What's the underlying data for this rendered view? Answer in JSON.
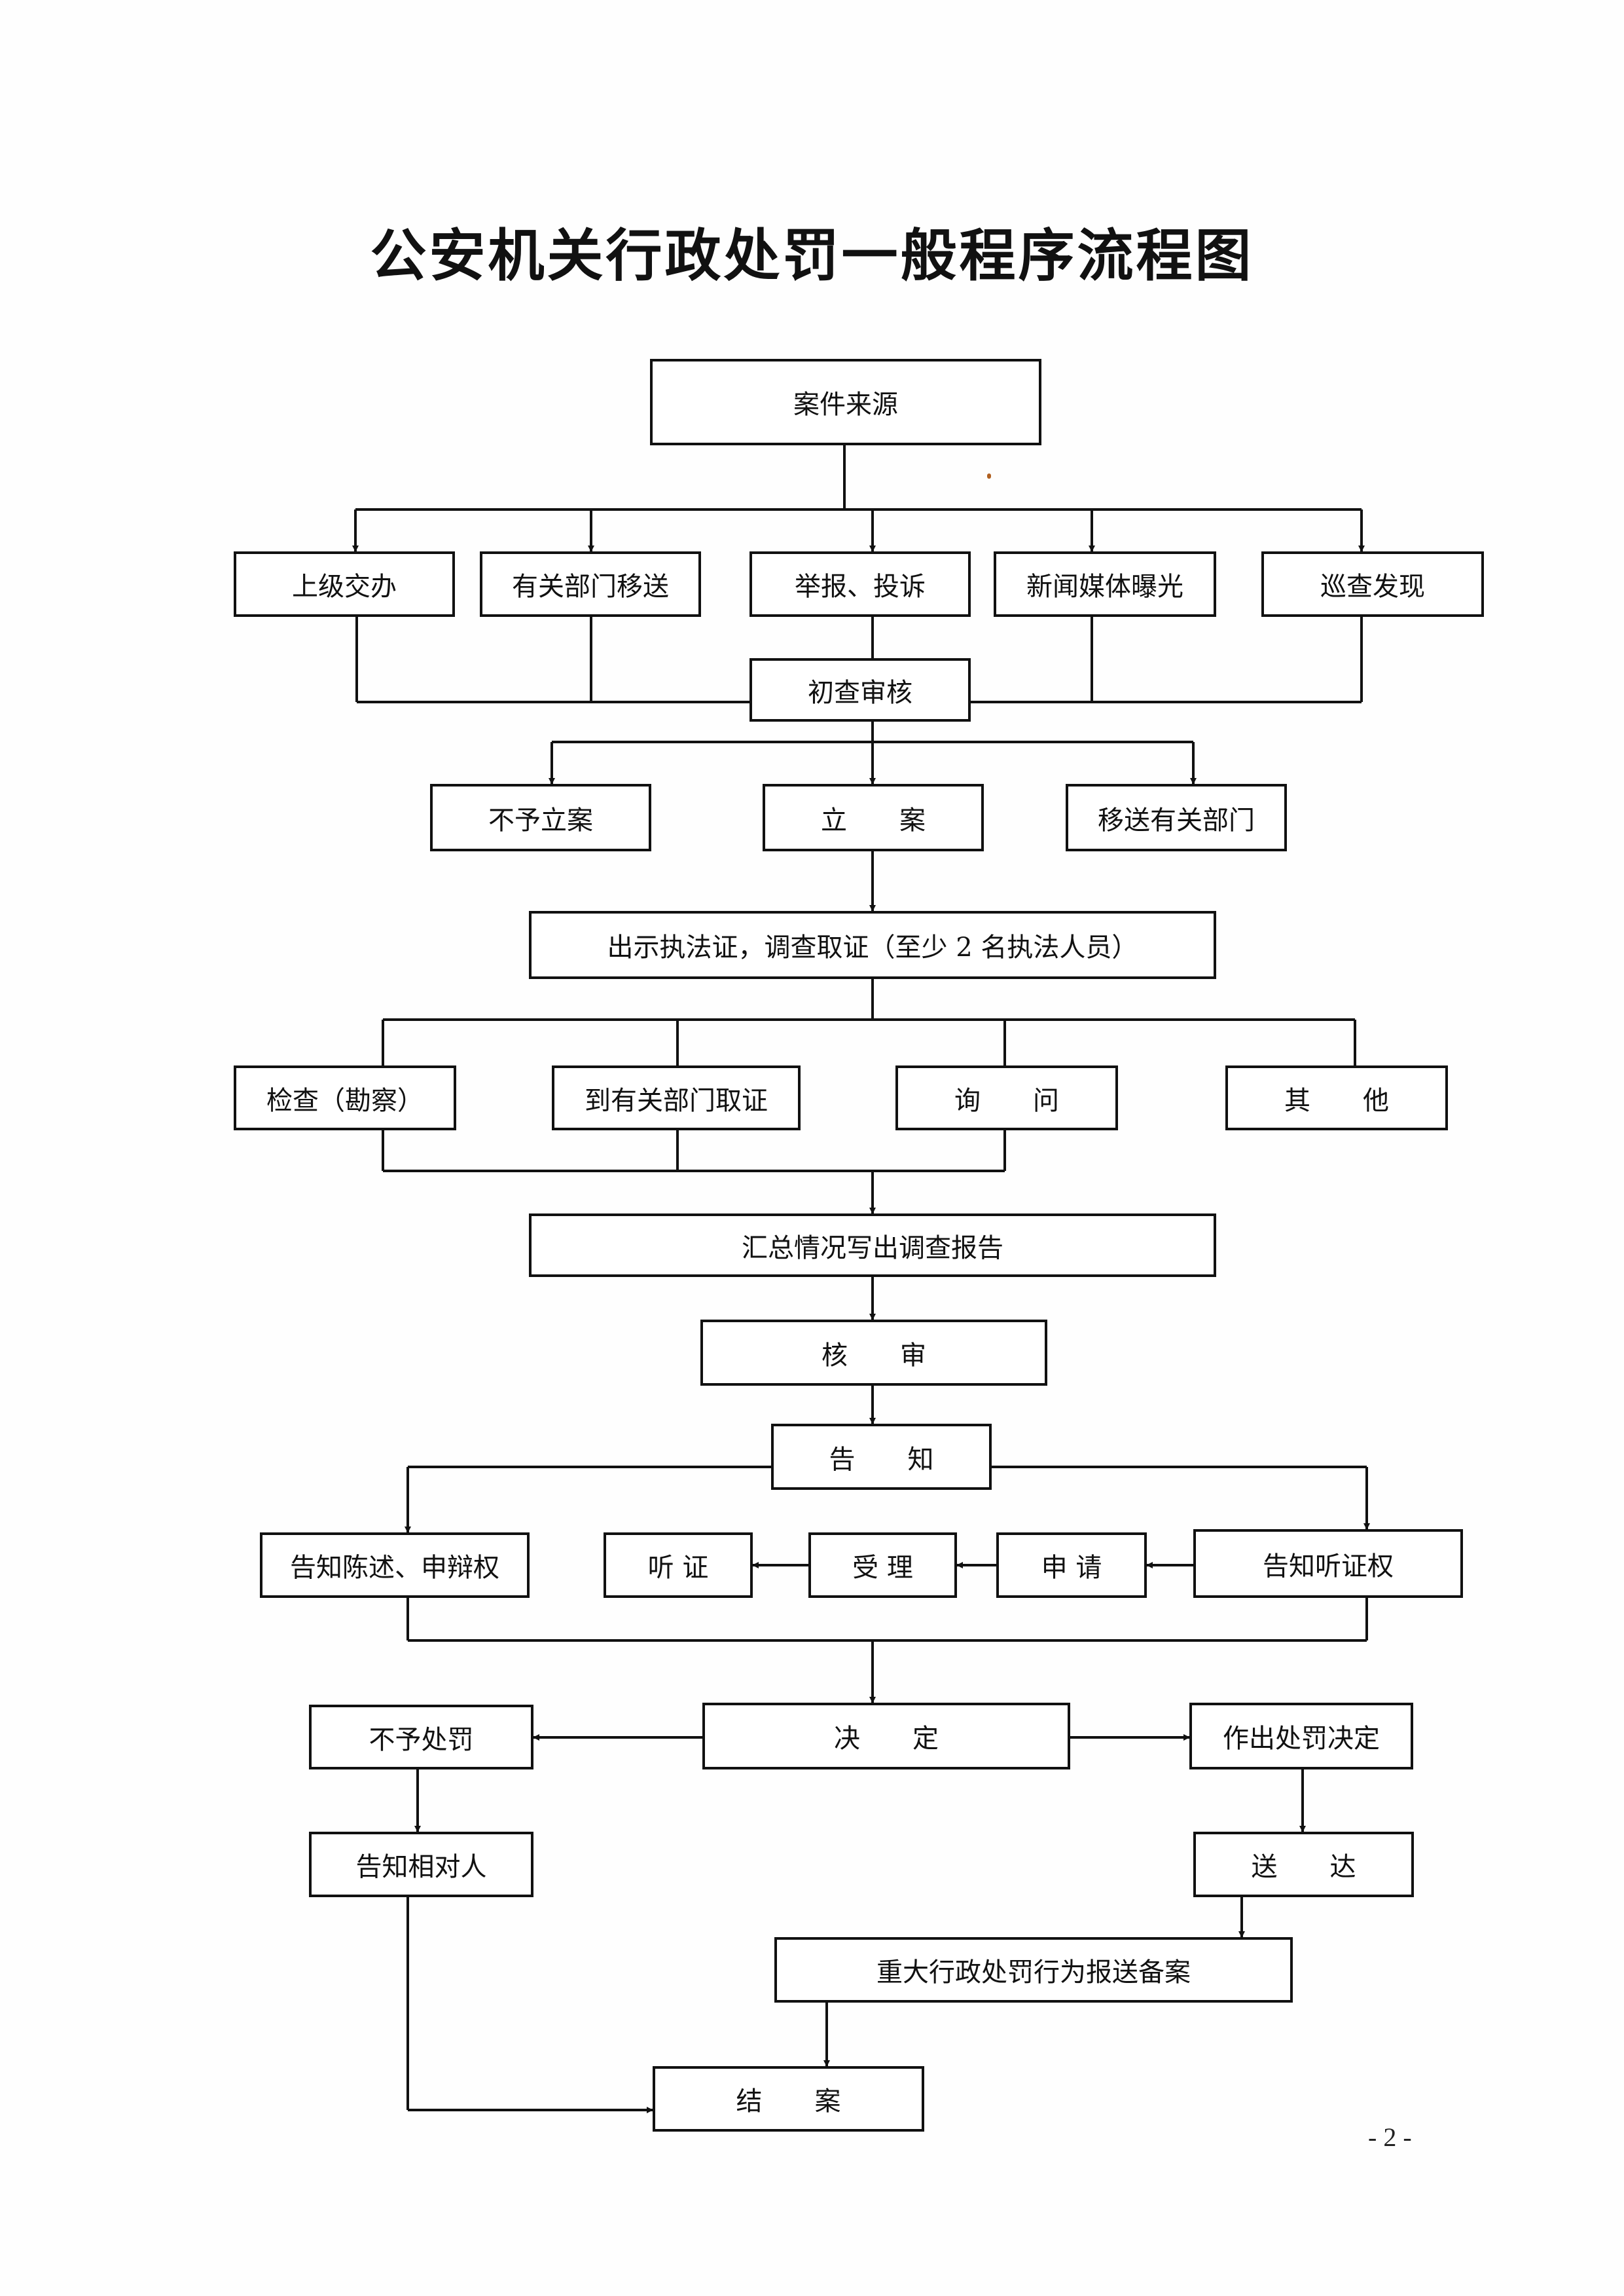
{
  "title": "公安机关行政处罚一般程序流程图",
  "page_number": "- 2 -",
  "nodes": {
    "source": "案件来源",
    "superior": "上级交办",
    "dept_transfer": "有关部门移送",
    "report": "举报、投诉",
    "media": "新闻媒体曝光",
    "patrol": "巡查发现",
    "preliminary": "初查审核",
    "no_case": "不予立案",
    "file_case": "立　　案",
    "transfer_dept": "移送有关部门",
    "show_cert": "出示执法证，调查取证（至少 2 名执法人员）",
    "inspect": "检查（勘察）",
    "evidence_dept": "到有关部门取证",
    "inquiry": "询　　问",
    "other": "其　　他",
    "summary": "汇总情况写出调查报告",
    "review": "核　　审",
    "notify": "告　　知",
    "notify_defense": "告知陈述、申辩权",
    "hearing": "听 证",
    "accept": "受 理",
    "apply": "申 请",
    "notify_hearing": "告知听证权",
    "no_penalty": "不予处罚",
    "decide": "决　　定",
    "make_decision": "作出处罚决定",
    "notify_party": "告知相对人",
    "deliver": "送　　达",
    "major_report": "重大行政处罚行为报送备案",
    "close": "结　　案"
  }
}
